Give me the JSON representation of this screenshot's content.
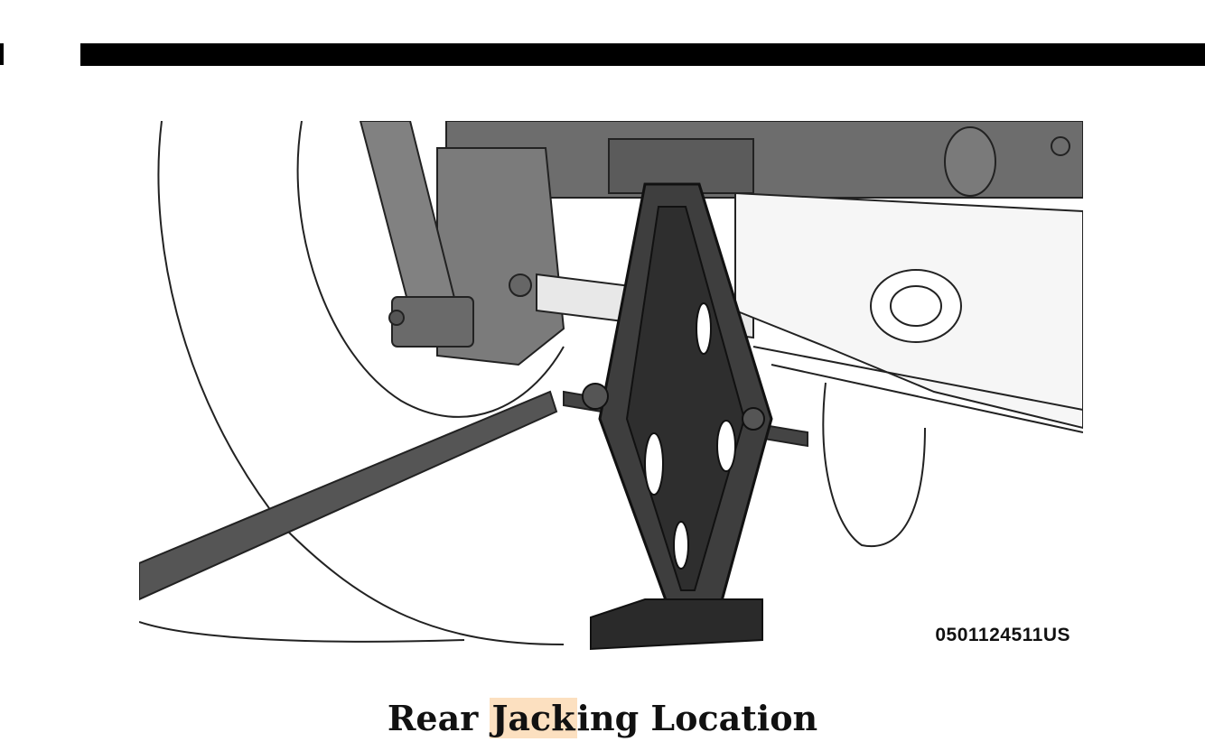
{
  "figure": {
    "id_label": "0501124511US"
  },
  "caption": {
    "before": "Rear ",
    "highlight": "Jack",
    "after": "ing Location"
  }
}
